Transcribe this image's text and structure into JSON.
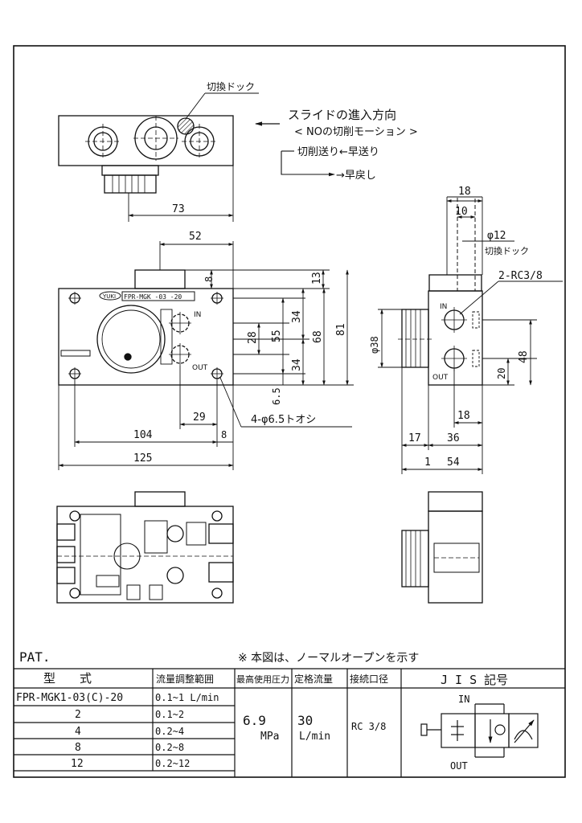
{
  "drawing": {
    "top_view": {
      "dog_label": "切換ドック",
      "slide_direction": "スライドの進入方向",
      "motion": "< NOの切削モーション >",
      "cut_feed": "切削送り←早送り",
      "rapid_return": "→早戻し",
      "dim_73": "73"
    },
    "front_view": {
      "dim_52": "52",
      "dim_8_top": "8",
      "dim_13": "13",
      "dim_34_a": "34",
      "dim_34_b": "34",
      "dim_28": "28",
      "dim_55": "55",
      "dim_68": "68",
      "dim_81": "81",
      "dim_6_5": "6.5",
      "dim_29": "29",
      "dim_104": "104",
      "dim_8_bottom": "8",
      "dim_125": "125",
      "holes": "4-φ6.5トオシ",
      "nameplate": "FPR-MGK -03 -20",
      "brand": "YUKI",
      "port_in": "IN",
      "port_out": "OUT"
    },
    "side_view": {
      "dim_18_top": "18",
      "dim_10": "10",
      "dim_phi12": "φ12",
      "dog_label": "切換ドック",
      "ports": "2-RC3/8",
      "dim_phi38": "φ38",
      "dim_48": "48",
      "dim_20": "20",
      "dim_18_bottom": "18",
      "dim_17": "17",
      "dim_36": "36",
      "dim_1": "1",
      "dim_54": "54",
      "port_in": "IN",
      "port_out": "OUT"
    }
  },
  "footer": {
    "pat": "PAT.",
    "note": "※ 本図は、ノーマルオープンを示す"
  },
  "spec_table": {
    "headers": {
      "model": "型　　式",
      "flow_range": "流量調整範囲",
      "max_pressure": "最高使用圧力",
      "rated_flow": "定格流量",
      "port_size": "接続口径",
      "jis": "J I S 記号"
    },
    "rows": [
      {
        "model": "FPR-MGK1-03(C)-20",
        "range": "0.1~1 L/min"
      },
      {
        "model": "2",
        "range": "0.1~2"
      },
      {
        "model": "4",
        "range": "0.2~4"
      },
      {
        "model": "8",
        "range": "0.2~8"
      },
      {
        "model": "12",
        "range": "0.2~12"
      }
    ],
    "pressure_value": "6.9",
    "pressure_unit": "MPa",
    "flow_value": "30",
    "flow_unit": "L/min",
    "port_value": "RC 3/8",
    "jis_in": "IN",
    "jis_out": "OUT"
  }
}
